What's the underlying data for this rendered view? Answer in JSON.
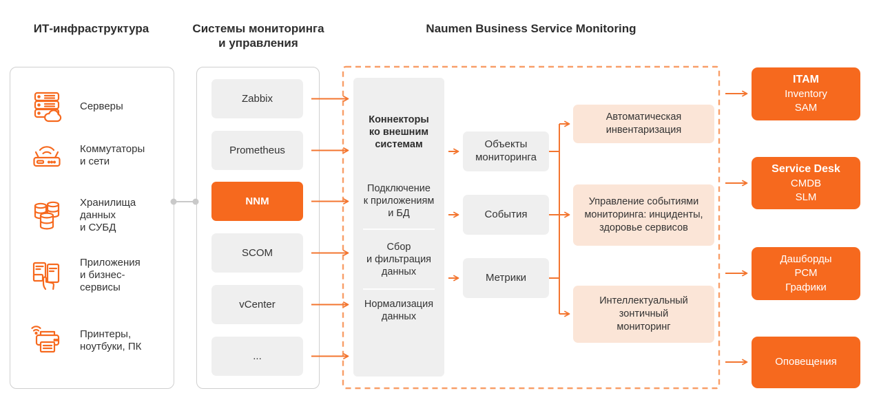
{
  "headers": {
    "infrastructure": "ИТ-инфраструктура",
    "monitoring": "Системы мониторинга\nи управления",
    "naumen": "Naumen Business Service Monitoring"
  },
  "infrastructure": {
    "items": [
      {
        "icon": "servers-icon",
        "label": "Серверы"
      },
      {
        "icon": "router-icon",
        "label": "Коммутаторы\nи сети"
      },
      {
        "icon": "database-icon",
        "label": "Хранилища\nданных\nи СУБД"
      },
      {
        "icon": "apps-icon",
        "label": "Приложения\nи бизнес-\nсервисы"
      },
      {
        "icon": "printer-icon",
        "label": "Принтеры,\nноутбуки, ПК"
      }
    ]
  },
  "monitoring": {
    "systems": [
      {
        "label": "Zabbix"
      },
      {
        "label": "Prometheus"
      },
      {
        "label": "NNM"
      },
      {
        "label": "SCOM"
      },
      {
        "label": "vCenter"
      },
      {
        "label": "..."
      }
    ]
  },
  "bsm": {
    "connectors": {
      "s1": "Коннекторы\nко внешним\nсистемам",
      "s2": "Подключение\nк приложениям\nи БД",
      "s3": "Сбор\nи фильтрация\nданных",
      "s4": "Нормализация\nданных"
    },
    "entities": [
      {
        "label": "Объекты\nмониторинга"
      },
      {
        "label": "События"
      },
      {
        "label": "Метрики"
      }
    ],
    "functions": [
      {
        "label": "Автоматическая\nинвентаризация"
      },
      {
        "label": "Управление событиями\nмониторинга: инциденты,\nздоровье сервисов"
      },
      {
        "label": "Интеллектуальный\nзонтичный\nмониторинг"
      }
    ]
  },
  "outputs": [
    {
      "line1": "ITAM",
      "line2": "Inventory",
      "line3": "SAM"
    },
    {
      "line1": "Service Desk",
      "line2": "CMDB",
      "line3": "SLM"
    },
    {
      "line1": "Дашборды",
      "line2": "РСМ",
      "line3": "Графики"
    },
    {
      "line1": "Оповещения"
    }
  ],
  "colors": {
    "brand_orange": "#F6691E",
    "arrow_orange": "#F3752F",
    "dashed_border": "#F89E68",
    "peach_fill": "#FBE5D7",
    "gray_fill": "#EFEFEF",
    "connector_gray": "#C9C9C9",
    "text_dark": "#333333"
  }
}
